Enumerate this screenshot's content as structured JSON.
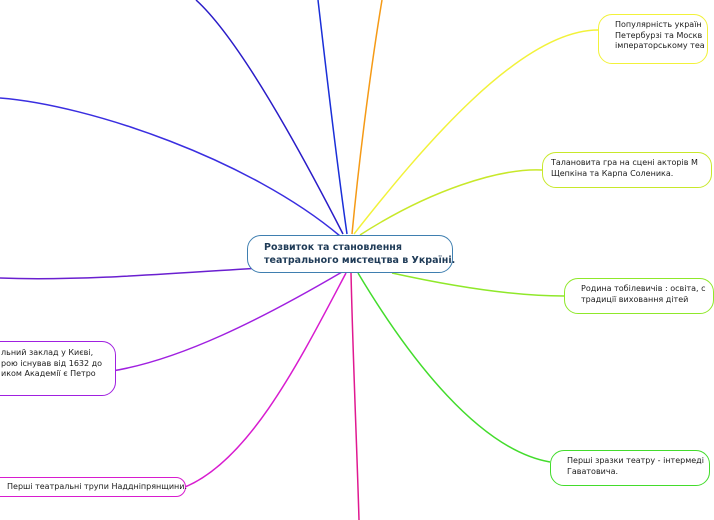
{
  "central_topic": {
    "lines": [
      "Розвиток та становлення",
      "театрального мистецтва в Україні."
    ]
  },
  "topics": [
    {
      "id": "popularity",
      "lines": [
        "Популярність україн",
        "Петербурзі та Москв",
        "імператорському теа"
      ],
      "color": "#f2f23a"
    },
    {
      "id": "talented-play",
      "lines": [
        "Талановита гра на сцені акторів М",
        "Щепкіна та Карпа Соленика."
      ],
      "color": "#c8e82a"
    },
    {
      "id": "tobilevych-family",
      "lines": [
        "Родина тобілевичів : освіта, с",
        "традиції виховання дітей"
      ],
      "color": "#8fe82a"
    },
    {
      "id": "first-samples",
      "lines": [
        "Перші зразки театру - інтермеді",
        "Гаватовича."
      ],
      "color": "#43dc2c"
    },
    {
      "id": "first-troupes",
      "lines": [
        "Перші театральні трупи Наддніпрянщини."
      ],
      "color": "#d81ccf"
    },
    {
      "id": "kyiv-academy",
      "lines": [
        "льний заклад у Києві,",
        "рою існував від 1632 до",
        "иком Академії є Петро"
      ],
      "color": "#a020e0"
    }
  ],
  "colors": {
    "blue": "#1a2fd8",
    "indigo": "#3a2ee0",
    "darkblue": "#2a1cc8",
    "orange": "#f59a16",
    "magenta": "#c71ed8",
    "pink": "#e01890",
    "purple": "#8a28e0",
    "violet": "#6a1fd0"
  }
}
